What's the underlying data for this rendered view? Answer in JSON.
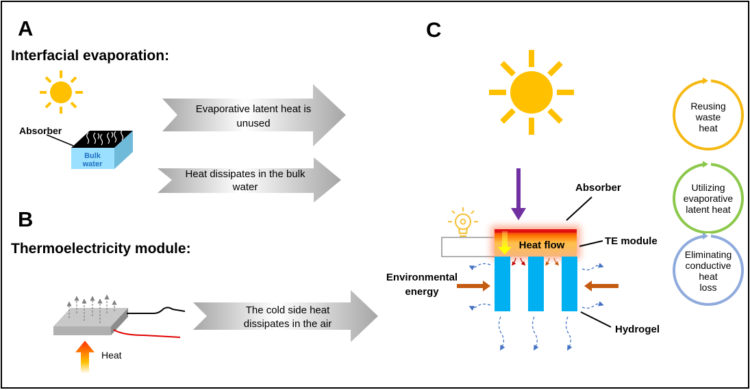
{
  "panel_a": {
    "letter": "A",
    "title": "Interfacial evaporation:",
    "absorber_label": "Absorber",
    "water_label_1": "Bulk",
    "water_label_2": "water",
    "arrow1_line1": "Evaporative  latent heat is",
    "arrow1_line2": "unused",
    "arrow2_line1": "Heat dissipates in the bulk",
    "arrow2_line2": "water"
  },
  "panel_b": {
    "letter": "B",
    "title": "Thermoelectricity module:",
    "heat_label": "Heat",
    "arrow_line1": "The cold side heat",
    "arrow_line2": "dissipates in the air"
  },
  "panel_c": {
    "letter": "C",
    "absorber_label": "Absorber",
    "heat_flow_label": "Heat flow",
    "te_module_label": "TE module",
    "env_label_1": "Environmental",
    "env_label_2": "energy",
    "hydrogel_label": "Hydrogel",
    "benefits": [
      {
        "lines": [
          "Reusing",
          "waste",
          "heat"
        ],
        "color": "#f5b915"
      },
      {
        "lines": [
          "Utilizing",
          "evaporative",
          "latent heat"
        ],
        "color": "#8cc84b"
      },
      {
        "lines": [
          "Eliminating",
          "conductive",
          "heat",
          "loss"
        ],
        "color": "#8faadc"
      }
    ]
  },
  "colors": {
    "sun": "#ffc000",
    "hydrogel": "#00b0f0",
    "solar_arrow": "#7030a0",
    "env_arrow": "#c55a11",
    "vapor": "#4472c4"
  }
}
